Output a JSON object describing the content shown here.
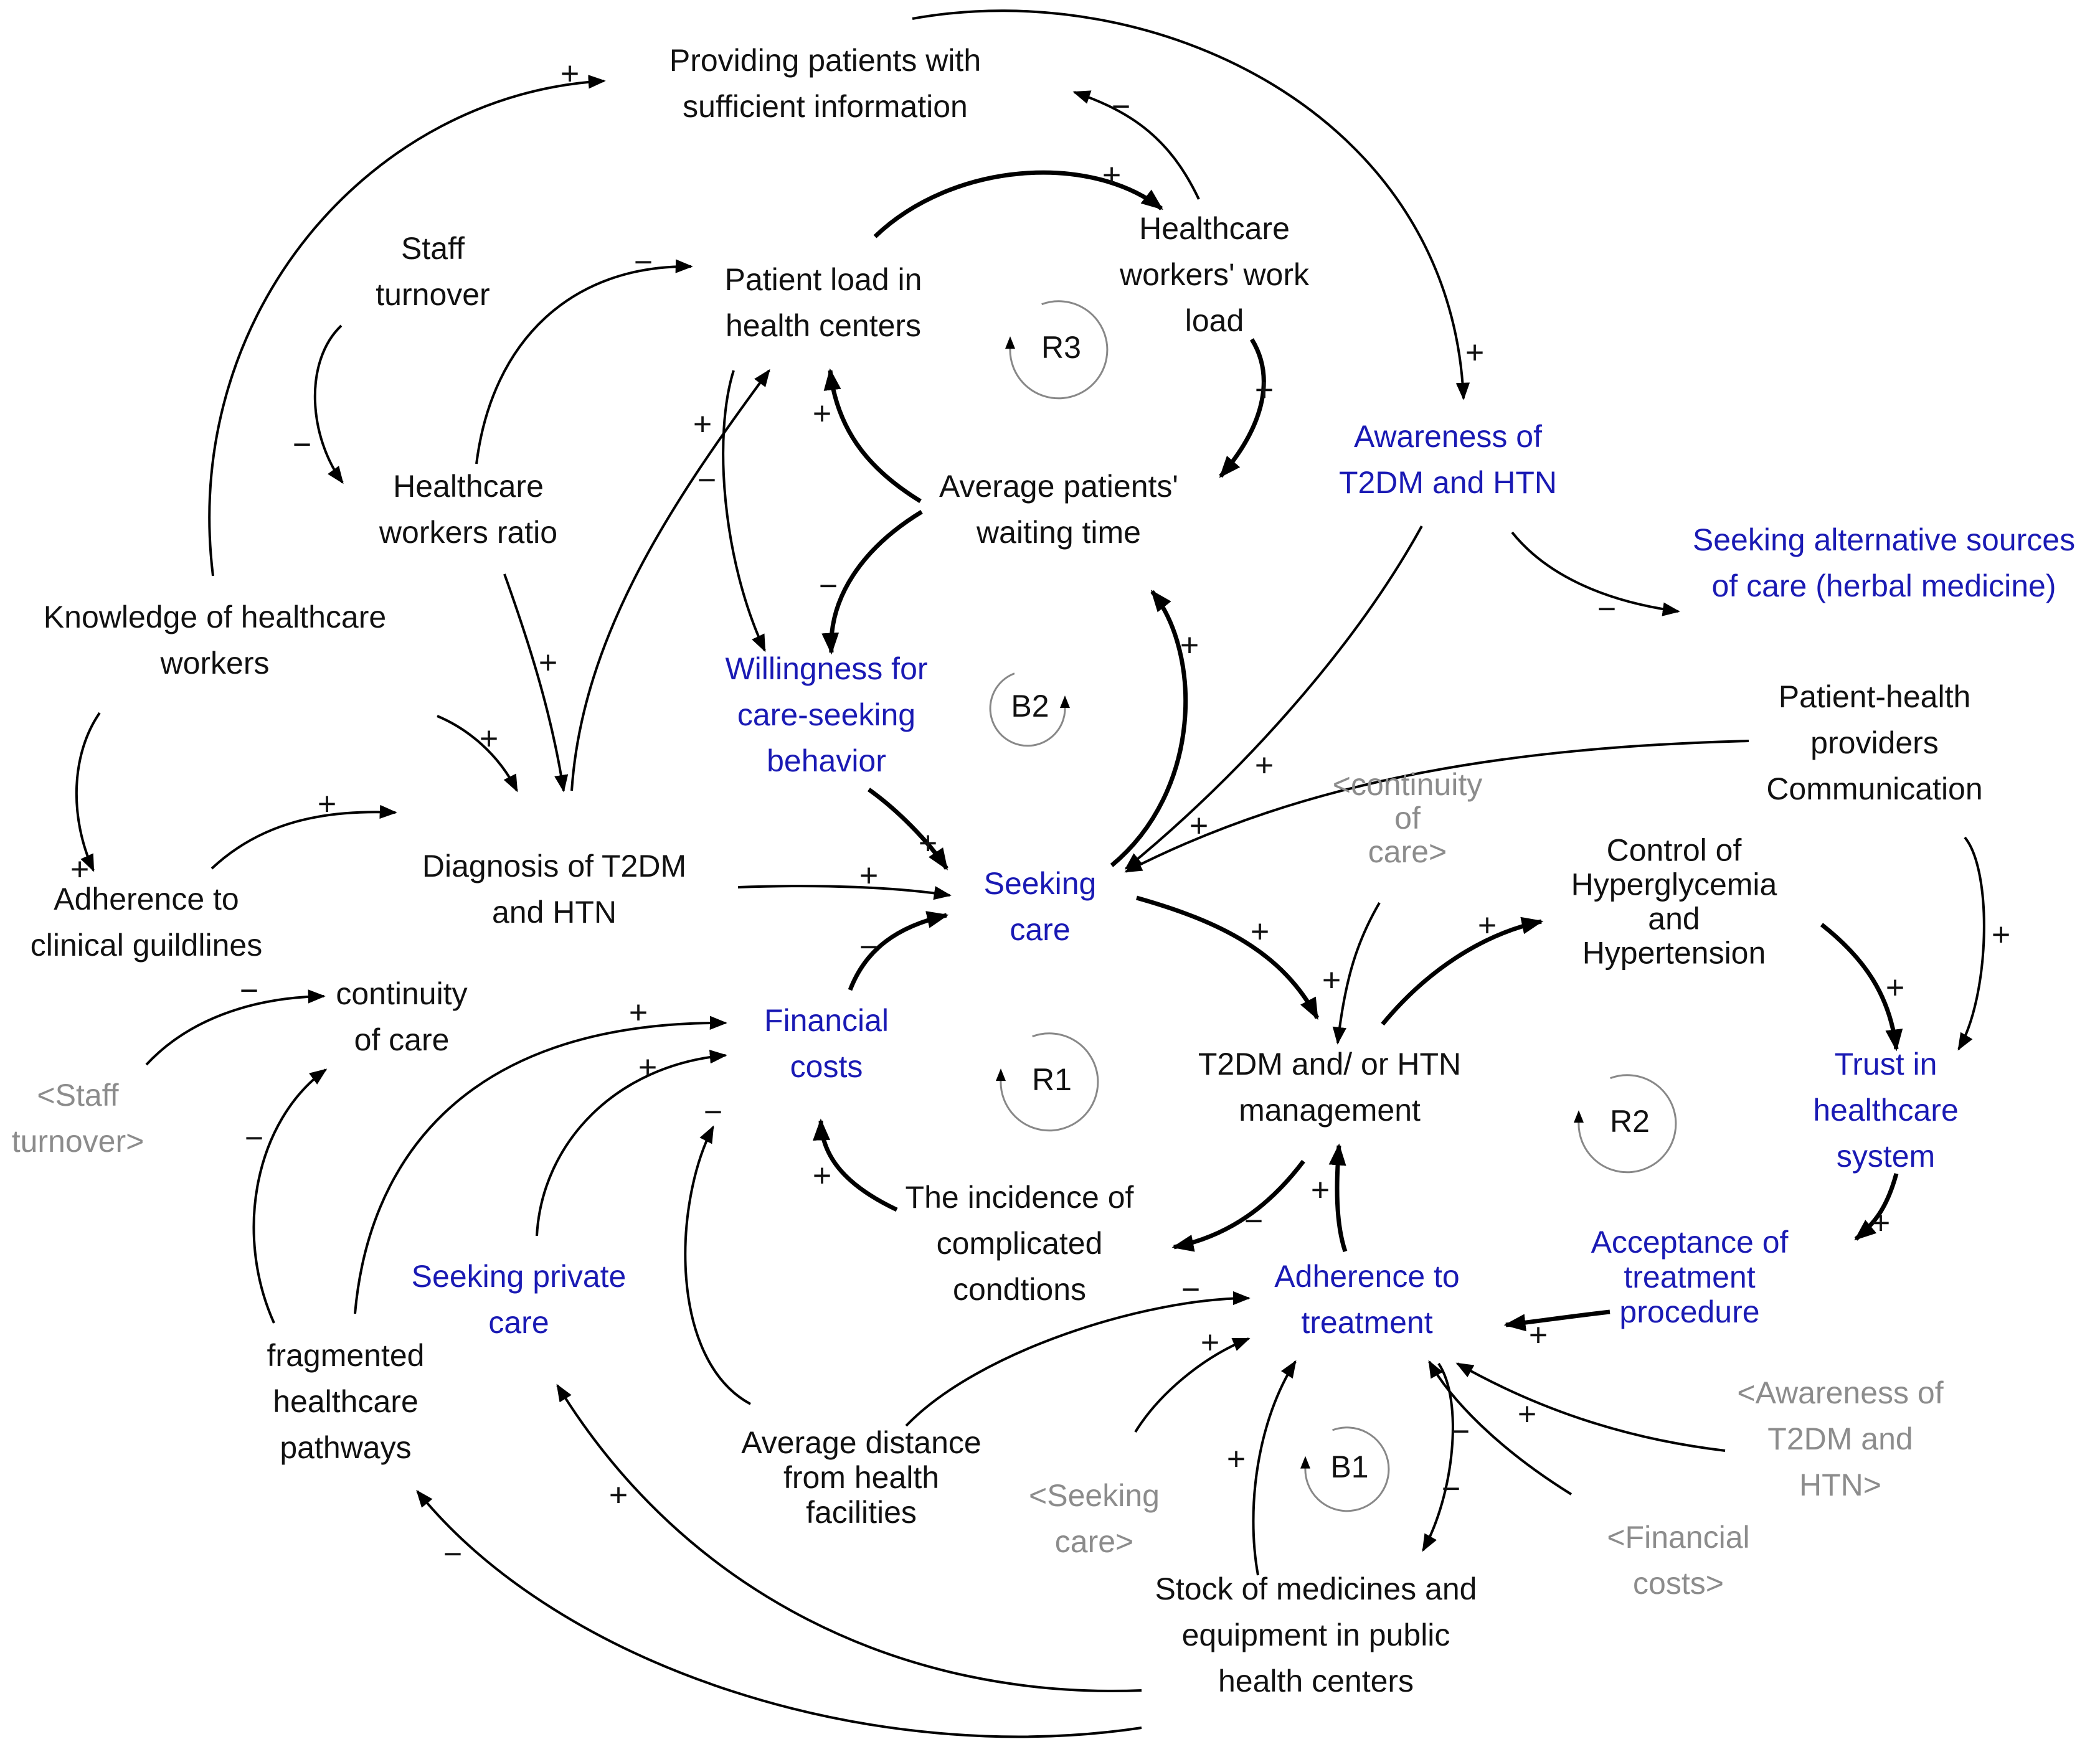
{
  "colors": {
    "black": "#111111",
    "blue": "#1a1ab4",
    "gray": "#8c8c8c"
  },
  "nodes": {
    "providing_info": {
      "lines": [
        "Providing patients with",
        "sufficient information"
      ],
      "color": "black"
    },
    "staff_turnover": {
      "lines": [
        "Staff",
        "turnover"
      ],
      "color": "black"
    },
    "patient_load": {
      "lines": [
        "Patient load in",
        "health centers"
      ],
      "color": "black"
    },
    "hcw_workload": {
      "lines": [
        "Healthcare",
        "workers' work",
        "load"
      ],
      "color": "black"
    },
    "awareness": {
      "lines": [
        "Awareness of",
        "T2DM and HTN"
      ],
      "color": "blue"
    },
    "alternative_care": {
      "lines": [
        "Seeking alternative sources",
        "of care (herbal medicine)"
      ],
      "color": "blue"
    },
    "hcw_ratio": {
      "lines": [
        "Healthcare",
        "workers ratio"
      ],
      "color": "black"
    },
    "waiting_time": {
      "lines": [
        "Average patients'",
        "waiting time"
      ],
      "color": "black"
    },
    "knowledge": {
      "lines": [
        "Knowledge of healthcare",
        "workers"
      ],
      "color": "black"
    },
    "willingness": {
      "lines": [
        "Willingness for",
        "care-seeking",
        "behavior"
      ],
      "color": "blue"
    },
    "communication": {
      "lines": [
        "Patient-health",
        "providers",
        "Communication"
      ],
      "color": "black"
    },
    "continuity_shadow": {
      "lines": [
        "<continuity",
        "of",
        "care>"
      ],
      "color": "gray"
    },
    "adherence_guidelines": {
      "lines": [
        "Adherence to",
        "clinical guildlines"
      ],
      "color": "black"
    },
    "diagnosis": {
      "lines": [
        "Diagnosis of T2DM",
        "and HTN"
      ],
      "color": "black"
    },
    "seeking_care": {
      "lines": [
        "Seeking",
        "care"
      ],
      "color": "blue"
    },
    "control": {
      "lines": [
        "Control of",
        "Hyperglycemia",
        "and",
        "Hypertension"
      ],
      "color": "black"
    },
    "continuity": {
      "lines": [
        "continuity",
        "of care"
      ],
      "color": "black"
    },
    "financial_costs": {
      "lines": [
        "Financial",
        "costs"
      ],
      "color": "blue"
    },
    "management": {
      "lines": [
        "T2DM and/ or HTN",
        "management"
      ],
      "color": "black"
    },
    "trust": {
      "lines": [
        "Trust in",
        "healthcare",
        "system"
      ],
      "color": "blue"
    },
    "staff_turnover_shadow": {
      "lines": [
        "<Staff",
        "turnover>"
      ],
      "color": "gray"
    },
    "complications": {
      "lines": [
        "The incidence of",
        "complicated",
        "condtions"
      ],
      "color": "black"
    },
    "acceptance": {
      "lines": [
        "Acceptance of",
        "treatment",
        "procedure"
      ],
      "color": "blue"
    },
    "private_care": {
      "lines": [
        "Seeking private",
        "care"
      ],
      "color": "blue"
    },
    "adherence_treatment": {
      "lines": [
        "Adherence to",
        "treatment"
      ],
      "color": "blue"
    },
    "fragmented": {
      "lines": [
        "fragmented",
        "healthcare",
        "pathways"
      ],
      "color": "black"
    },
    "distance": {
      "lines": [
        "Average distance",
        "from health",
        "facilities"
      ],
      "color": "black"
    },
    "seeking_care_shadow": {
      "lines": [
        "<Seeking",
        "care>"
      ],
      "color": "gray"
    },
    "awareness_shadow": {
      "lines": [
        "<Awareness of",
        "T2DM and",
        "HTN>"
      ],
      "color": "gray"
    },
    "financial_shadow": {
      "lines": [
        "<Financial",
        "costs>"
      ],
      "color": "gray"
    },
    "stock": {
      "lines": [
        "Stock of medicines and",
        "equipment in public",
        "health centers"
      ],
      "color": "black"
    }
  },
  "loops": [
    {
      "id": "r3",
      "label": "R3"
    },
    {
      "id": "b2",
      "label": "B2"
    },
    {
      "id": "r1",
      "label": "R1"
    },
    {
      "id": "r2",
      "label": "R2"
    },
    {
      "id": "b1",
      "label": "B1"
    }
  ],
  "edges": [
    {
      "id": "e01",
      "from": "knowledge",
      "to": "providing_info",
      "polarity": "+"
    },
    {
      "id": "e02",
      "from": "hcw_workload",
      "to": "providing_info",
      "polarity": "−"
    },
    {
      "id": "e03",
      "from": "providing_info",
      "to": "awareness",
      "polarity": "+"
    },
    {
      "id": "e04",
      "from": "patient_load",
      "to": "hcw_workload",
      "polarity": "+"
    },
    {
      "id": "e05",
      "from": "hcw_workload",
      "to": "waiting_time",
      "polarity": "+"
    },
    {
      "id": "e06",
      "from": "staff_turnover",
      "to": "hcw_ratio",
      "polarity": "−"
    },
    {
      "id": "e07",
      "from": "hcw_ratio",
      "to": "patient_load",
      "polarity": "−"
    },
    {
      "id": "e08",
      "from": "waiting_time",
      "to": "patient_load",
      "polarity": "+"
    },
    {
      "id": "e09",
      "from": "waiting_time",
      "to": "willingness",
      "polarity": "−"
    },
    {
      "id": "e10",
      "from": "patient_load",
      "to": "willingness",
      "polarity": "−"
    },
    {
      "id": "e11",
      "from": "diagnosis",
      "to": "patient_load",
      "polarity": "+"
    },
    {
      "id": "e12",
      "from": "awareness",
      "to": "alternative_care",
      "polarity": "−"
    },
    {
      "id": "e13",
      "from": "awareness",
      "to": "seeking_care",
      "polarity": "+"
    },
    {
      "id": "e14",
      "from": "seeking_care",
      "to": "waiting_time",
      "polarity": "+"
    },
    {
      "id": "e15",
      "from": "hcw_ratio",
      "to": "diagnosis",
      "polarity": "+"
    },
    {
      "id": "e16",
      "from": "knowledge",
      "to": "diagnosis",
      "polarity": "+"
    },
    {
      "id": "e17",
      "from": "knowledge",
      "to": "adherence_guidelines",
      "polarity": "+"
    },
    {
      "id": "e18",
      "from": "adherence_guidelines",
      "to": "diagnosis",
      "polarity": "+"
    },
    {
      "id": "e19",
      "from": "willingness",
      "to": "seeking_care",
      "polarity": "+"
    },
    {
      "id": "e20",
      "from": "diagnosis",
      "to": "seeking_care",
      "polarity": "+"
    },
    {
      "id": "e21",
      "from": "communication",
      "to": "seeking_care",
      "polarity": "+"
    },
    {
      "id": "e22",
      "from": "communication",
      "to": "trust",
      "polarity": "+"
    },
    {
      "id": "e23",
      "from": "financial_costs",
      "to": "seeking_care",
      "polarity": "−"
    },
    {
      "id": "e24",
      "from": "seeking_care",
      "to": "management",
      "polarity": "+"
    },
    {
      "id": "e25",
      "from": "continuity_shadow",
      "to": "management",
      "polarity": "+"
    },
    {
      "id": "e26",
      "from": "management",
      "to": "control",
      "polarity": "+"
    },
    {
      "id": "e27",
      "from": "control",
      "to": "trust",
      "polarity": "+"
    },
    {
      "id": "e28",
      "from": "trust",
      "to": "acceptance",
      "polarity": "+"
    },
    {
      "id": "e29",
      "from": "acceptance",
      "to": "adherence_treatment",
      "polarity": "+"
    },
    {
      "id": "e30",
      "from": "adherence_treatment",
      "to": "management",
      "polarity": "+"
    },
    {
      "id": "e31",
      "from": "management",
      "to": "complications",
      "polarity": "−"
    },
    {
      "id": "e32",
      "from": "complications",
      "to": "financial_costs",
      "polarity": "+"
    },
    {
      "id": "e33",
      "from": "staff_turnover_shadow",
      "to": "continuity",
      "polarity": "−"
    },
    {
      "id": "e34",
      "from": "fragmented",
      "to": "continuity",
      "polarity": "−"
    },
    {
      "id": "e35",
      "from": "fragmented",
      "to": "financial_costs",
      "polarity": "+"
    },
    {
      "id": "e36",
      "from": "private_care",
      "to": "financial_costs",
      "polarity": "+"
    },
    {
      "id": "e37",
      "from": "distance",
      "to": "financial_costs",
      "polarity": "−"
    },
    {
      "id": "e38",
      "from": "distance",
      "to": "adherence_treatment",
      "polarity": "−"
    },
    {
      "id": "e39",
      "from": "seeking_care_shadow",
      "to": "adherence_treatment",
      "polarity": "+"
    },
    {
      "id": "e40",
      "from": "stock",
      "to": "adherence_treatment",
      "polarity": "+"
    },
    {
      "id": "e41",
      "from": "adherence_treatment",
      "to": "stock",
      "polarity": "−"
    },
    {
      "id": "e42",
      "from": "financial_shadow",
      "to": "adherence_treatment",
      "polarity": "−"
    },
    {
      "id": "e43",
      "from": "awareness_shadow",
      "to": "adherence_treatment",
      "polarity": "+"
    },
    {
      "id": "e44",
      "from": "stock",
      "to": "private_care",
      "polarity": "+"
    },
    {
      "id": "e45",
      "from": "stock",
      "to": "fragmented",
      "polarity": "−"
    }
  ]
}
